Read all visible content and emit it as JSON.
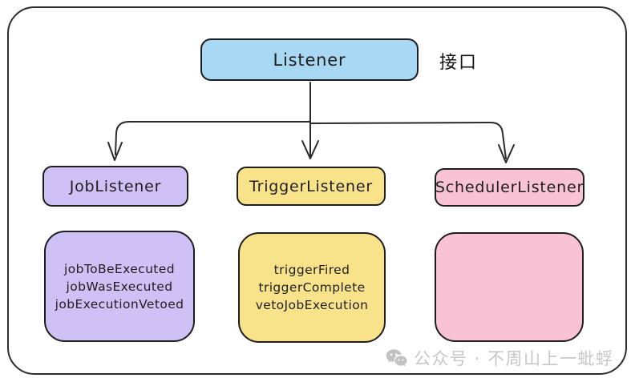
{
  "diagram": {
    "root": {
      "label": "Listener",
      "annotation": "接口",
      "color": "#a9d8f5"
    },
    "subclasses": [
      {
        "label": "JobListener",
        "color": "#cfc0f5",
        "methods": [
          "jobToBeExecuted",
          "jobWasExecuted",
          "jobExecutionVetoed"
        ]
      },
      {
        "label": "TriggerListener",
        "color": "#f8e38a",
        "methods": [
          "triggerFired",
          "triggerComplete",
          "vetoJobExecution"
        ]
      },
      {
        "label": "SchedulerListener",
        "color": "#f9c2d5",
        "methods": []
      }
    ],
    "line_color": "#2a2a2a"
  },
  "watermark": {
    "icon": "wechat-icon",
    "text": "公众号 · 不周山上一蚍蜉",
    "color": "#c7c7c7"
  }
}
